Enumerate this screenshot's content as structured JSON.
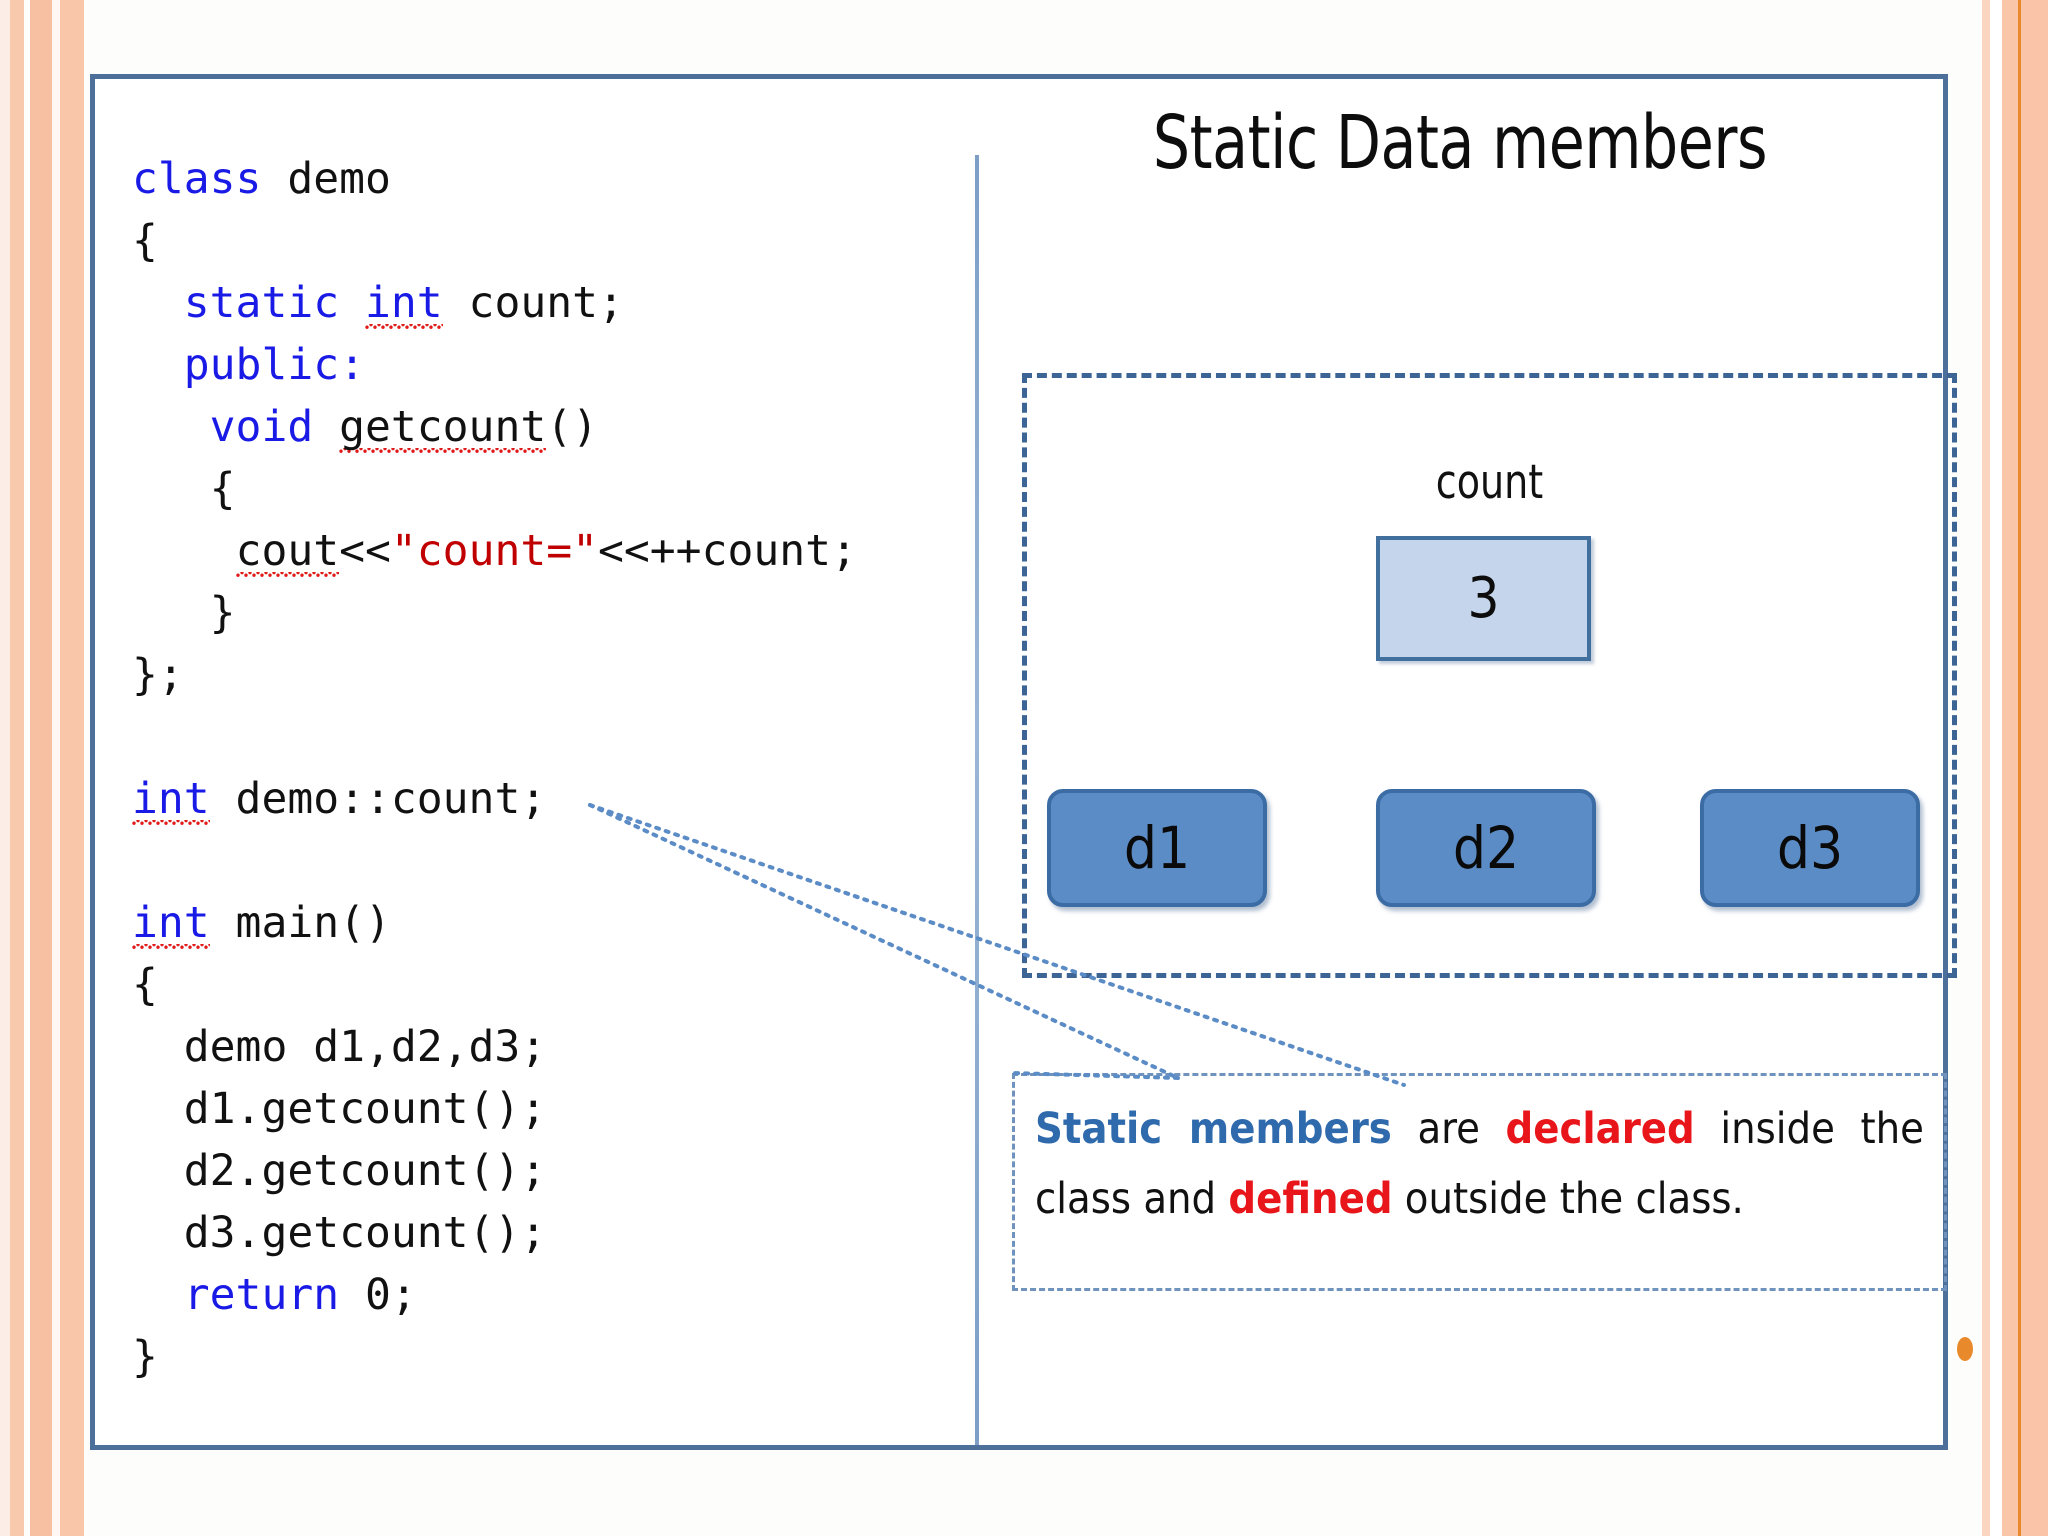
{
  "slide": {
    "title": "Static Data members",
    "frame_border_color": "#4c7099",
    "edge_stripe_color": "#f9c3a7",
    "edge_accent_color": "#e8892b"
  },
  "code": {
    "language": "C++",
    "keyword_color": "#1a1ae6",
    "string_color": "#c00000",
    "plain_color": "#111111",
    "squiggle_color": "#e01b1b",
    "lines": [
      {
        "id": "l1",
        "tokens": [
          {
            "t": "class ",
            "c": "kw"
          },
          {
            "t": "demo",
            "c": "pln"
          }
        ]
      },
      {
        "id": "l2",
        "tokens": [
          {
            "t": "{",
            "c": "pln"
          }
        ]
      },
      {
        "id": "l3",
        "tokens": [
          {
            "t": "  static ",
            "c": "kw"
          },
          {
            "t": "int",
            "c": "kw",
            "sq": true
          },
          {
            "t": " count;",
            "c": "pln"
          }
        ]
      },
      {
        "id": "l4",
        "tokens": [
          {
            "t": "  public",
            "c": "kw"
          },
          {
            "t": ":",
            "c": "kw"
          }
        ]
      },
      {
        "id": "l5",
        "tokens": [
          {
            "t": "   void ",
            "c": "kw"
          },
          {
            "t": "getcount",
            "c": "pln",
            "sq": true
          },
          {
            "t": "()",
            "c": "pln"
          }
        ]
      },
      {
        "id": "l6",
        "tokens": [
          {
            "t": "   {",
            "c": "pln"
          }
        ]
      },
      {
        "id": "l7",
        "tokens": [
          {
            "t": "    ",
            "c": "pln"
          },
          {
            "t": "cout",
            "c": "pln",
            "sq": true
          },
          {
            "t": "<<",
            "c": "pln"
          },
          {
            "t": "\"count=\"",
            "c": "str"
          },
          {
            "t": "<<++count;",
            "c": "pln"
          }
        ]
      },
      {
        "id": "l8",
        "tokens": [
          {
            "t": "   }",
            "c": "pln"
          }
        ]
      },
      {
        "id": "l9",
        "tokens": [
          {
            "t": "};",
            "c": "pln"
          }
        ]
      },
      {
        "id": "l10",
        "tokens": [
          {
            "t": " ",
            "c": "pln"
          }
        ]
      },
      {
        "id": "l11",
        "tokens": [
          {
            "t": "int",
            "c": "kw",
            "sq": true
          },
          {
            "t": " demo::count;",
            "c": "pln"
          }
        ]
      },
      {
        "id": "l12",
        "tokens": [
          {
            "t": " ",
            "c": "pln"
          }
        ]
      },
      {
        "id": "l13",
        "tokens": [
          {
            "t": "int",
            "c": "kw",
            "sq": true
          },
          {
            "t": " main()",
            "c": "pln"
          }
        ]
      },
      {
        "id": "l14",
        "tokens": [
          {
            "t": "{",
            "c": "pln"
          }
        ]
      },
      {
        "id": "l15",
        "tokens": [
          {
            "t": "  demo d1,d2,d3;",
            "c": "pln"
          }
        ]
      },
      {
        "id": "l16",
        "tokens": [
          {
            "t": "  d1.getcount();",
            "c": "pln"
          }
        ]
      },
      {
        "id": "l17",
        "tokens": [
          {
            "t": "  d2.getcount();",
            "c": "pln"
          }
        ]
      },
      {
        "id": "l18",
        "tokens": [
          {
            "t": "  d3.getcount();",
            "c": "pln"
          }
        ]
      },
      {
        "id": "l19",
        "tokens": [
          {
            "t": "  return ",
            "c": "kw"
          },
          {
            "t": "0;",
            "c": "pln"
          }
        ]
      },
      {
        "id": "l20",
        "tokens": [
          {
            "t": "}",
            "c": "pln"
          }
        ]
      }
    ]
  },
  "diagram": {
    "container_border_color": "#3c6596",
    "static_member_label": "count",
    "static_member_value": "3",
    "static_member_fill": "#c5d5ec",
    "static_member_border": "#41709f",
    "object_fill": "#5b8cc6",
    "object_border": "#3c6ca4",
    "objects": [
      {
        "label": "d1"
      },
      {
        "label": "d2"
      },
      {
        "label": "d3"
      }
    ]
  },
  "note": {
    "border_color": "#6f93bd",
    "blue_color": "#2f6aad",
    "red_color": "#e8161a",
    "segments": [
      {
        "text": "Static members",
        "style": "b-blue"
      },
      {
        "text": " are ",
        "style": "plain"
      },
      {
        "text": "declared",
        "style": "b-red"
      },
      {
        "text": " inside the class and ",
        "style": "plain"
      },
      {
        "text": "defined",
        "style": "b-red"
      },
      {
        "text": " outside the class.",
        "style": "plain"
      }
    ]
  },
  "connectors": {
    "color": "#5b8cc6",
    "description": "two dotted leader lines from int demo::count; to the note box"
  }
}
